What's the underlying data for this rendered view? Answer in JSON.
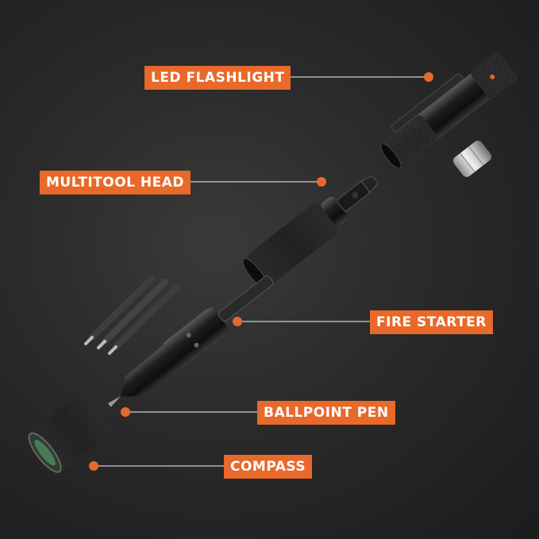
{
  "callouts": {
    "led_flashlight": "LED FLASHLIGHT",
    "multitool_head": "MULTITOOL HEAD",
    "fire_starter": "FIRE STARTER",
    "ballpoint_pen": "BALLPOINT PEN",
    "compass": "COMPASS"
  },
  "colors": {
    "accent": "#e8692a",
    "background": "#2a2a2a",
    "leader_line": "#d0d0d0"
  }
}
